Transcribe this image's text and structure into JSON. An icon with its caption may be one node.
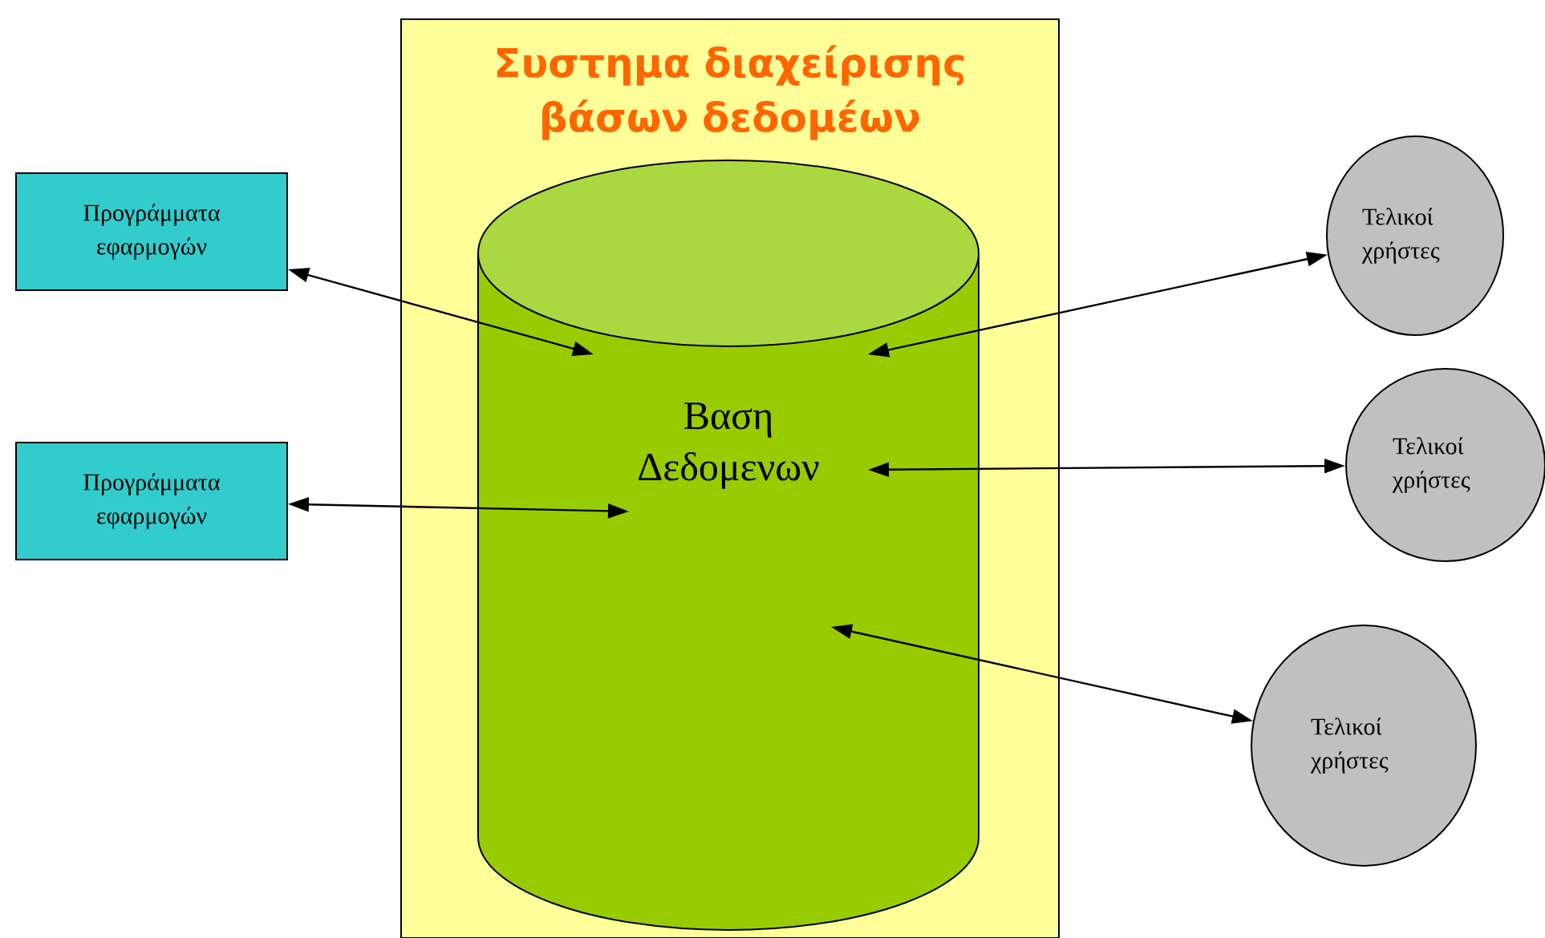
{
  "diagram": {
    "nodes": [
      {
        "text": [
          "Συστημα διαχείρισης βάσων δεδομέων"
        ]
      },
      {
        "text": [
          "Βαση Δεδομενων"
        ],
        "in": 0
      },
      {
        "text": [
          "Προγράμματα εφαρμογών"
        ]
      },
      {
        "text": [
          "Προγράμματα εφαρμογών"
        ]
      },
      {
        "text": [
          "Τελικοί χρήστες"
        ]
      },
      {
        "text": [
          "Τελικοί χρήστες"
        ]
      },
      {
        "text": [
          "Τελικοί χρήστες"
        ]
      }
    ],
    "edges": [
      {
        "from": 2,
        "to": 1,
        "arrow": "both"
      },
      {
        "from": 3,
        "to": 1,
        "arrow": "both"
      },
      {
        "from": 1,
        "to": 4,
        "arrow": "both"
      },
      {
        "from": 1,
        "to": 5,
        "arrow": "both"
      },
      {
        "from": 1,
        "to": 6,
        "arrow": "both"
      }
    ]
  }
}
